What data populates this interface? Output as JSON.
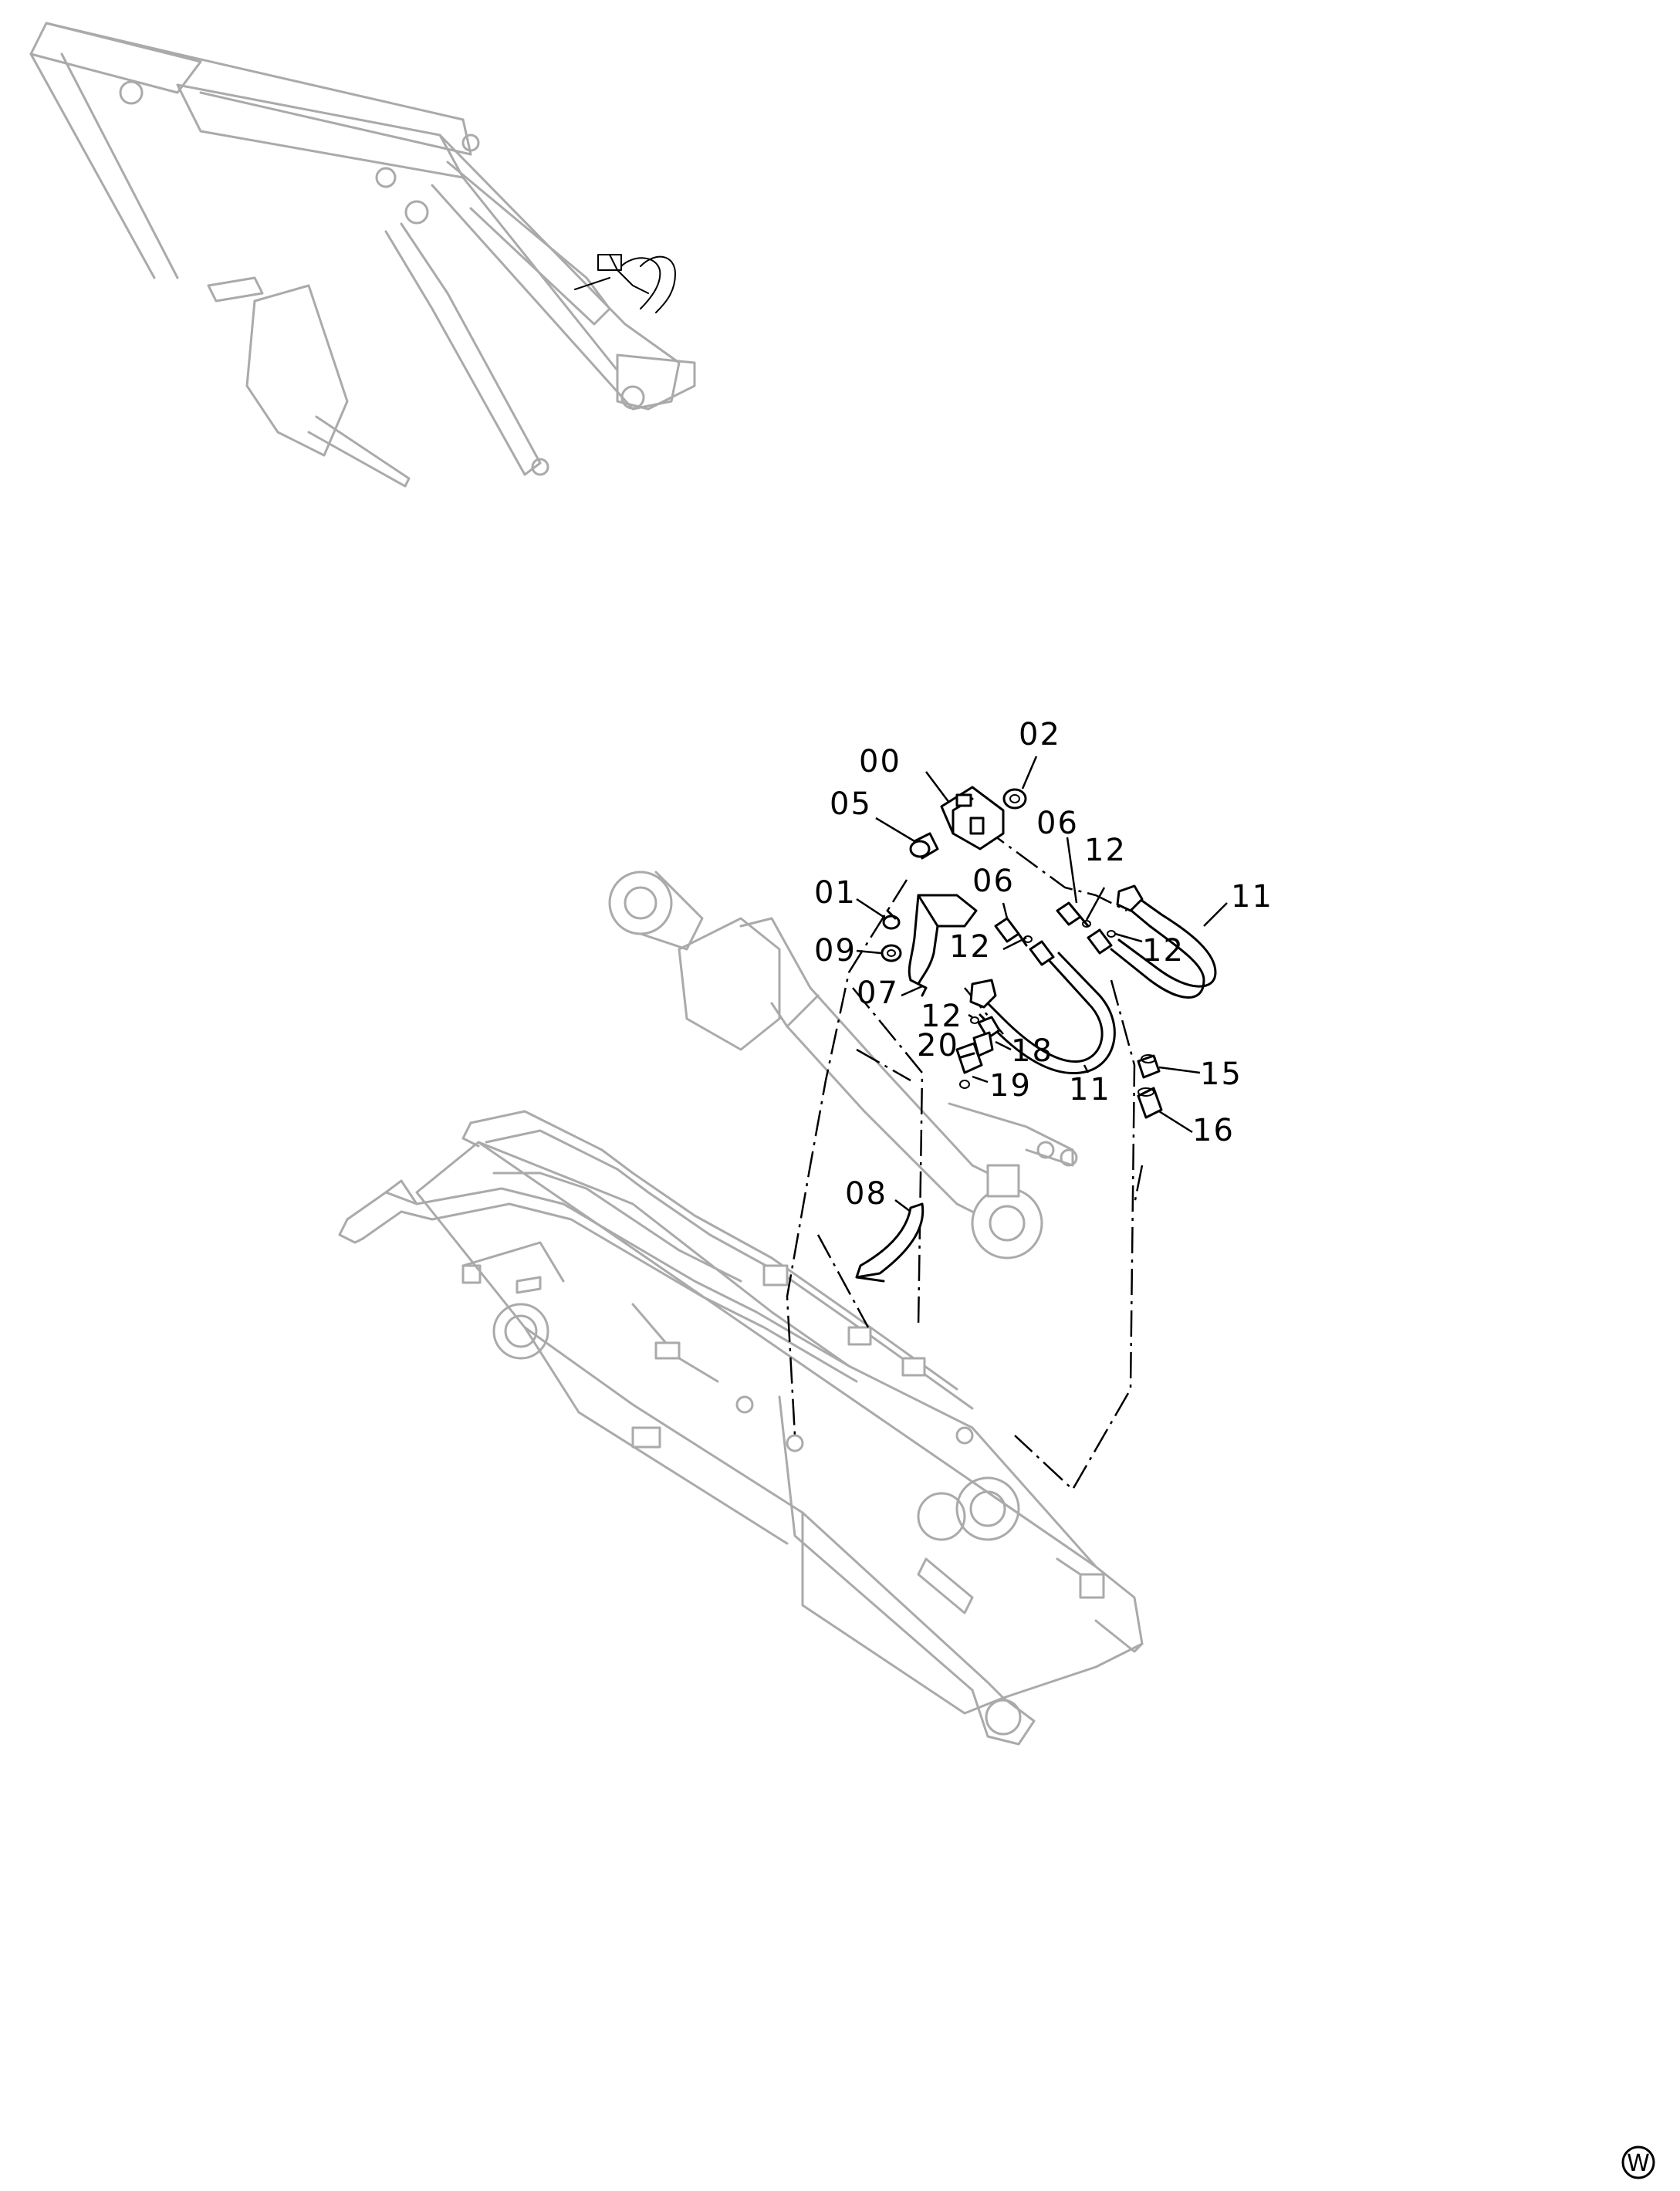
{
  "diagram": {
    "part_labels": {
      "p00": "00",
      "p01": "01",
      "p02": "02",
      "p05": "05",
      "p06a": "06",
      "p06b": "06",
      "p07": "07",
      "p08": "08",
      "p09": "09",
      "p11a": "11",
      "p11b": "11",
      "p12a": "12",
      "p12b": "12",
      "p12c": "12",
      "p12d": "12",
      "p15": "15",
      "p16": "16",
      "p18": "18",
      "p19": "19",
      "p20": "20"
    },
    "corner_mark": "W"
  }
}
